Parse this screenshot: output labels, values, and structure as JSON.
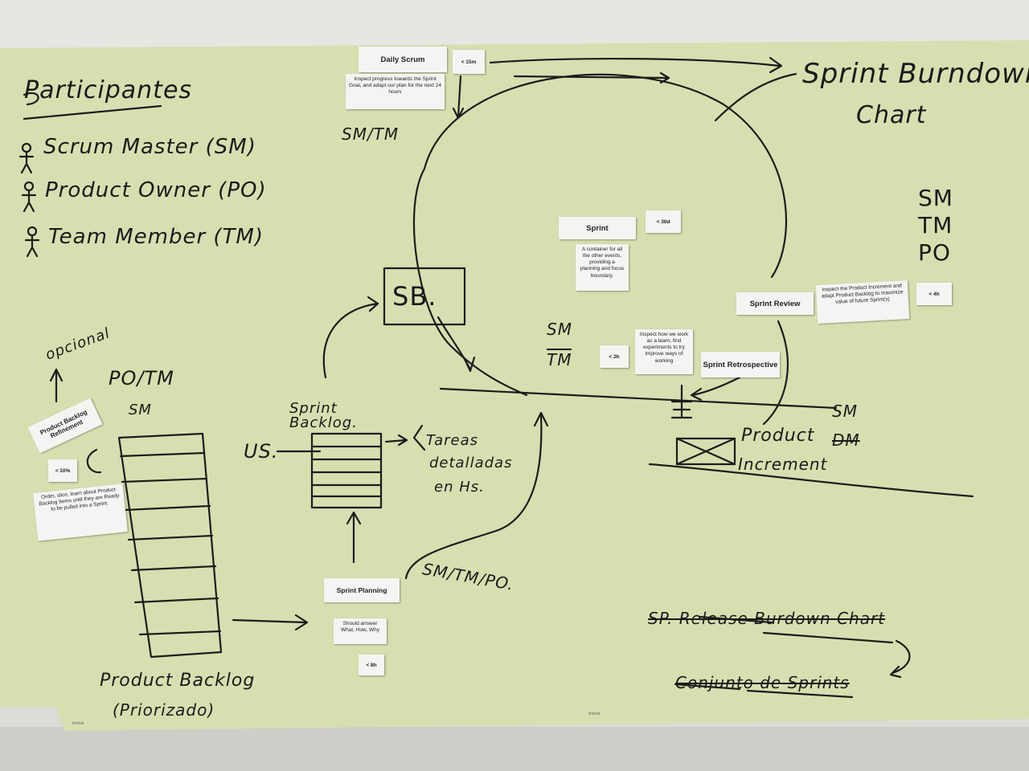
{
  "participants": {
    "title": "Participantes",
    "items": [
      "Scrum Master (SM)",
      "Product Owner (PO)",
      "Team Member (TM)"
    ]
  },
  "handwriting": {
    "optional": "opcional",
    "po_tm": "PO/TM",
    "sm": "SM",
    "us": "US.",
    "sprint_backlog": "Sprint Backlog.",
    "tareas": [
      "Tareas",
      "detalladas",
      "en Hs."
    ],
    "sb": "SB.",
    "sm_tm_top": "SM/TM",
    "sm_tm_po": "SM/TM/PO.",
    "sm_tm_mid": [
      "SM",
      "TM"
    ],
    "burndown": [
      "Sprint Burndown",
      "Chart"
    ],
    "roles_right": [
      "SM",
      "TM",
      "PO"
    ],
    "sm_dm": [
      "SM",
      "DM"
    ],
    "product_increment": [
      "Product",
      "Increment"
    ],
    "product_backlog": [
      "Product Backlog",
      "(Priorizado)"
    ],
    "release_burndown": "SP. Release Burdown Chart",
    "conjunto_sprints": "Conjunto de Sprints"
  },
  "cards": {
    "daily_scrum": {
      "title": "Daily Scrum",
      "time": "< 15m",
      "desc": "Inspect progress towards the Sprint Goal, and adapt our plan for the next 24 hours"
    },
    "sprint": {
      "title": "Sprint",
      "time": "< 30d",
      "desc": "A container for all the other events, providing a planning and focus boundary."
    },
    "sprint_review": {
      "title": "Sprint Review",
      "time": "< 4h",
      "desc": "Inspect the Product Increment and adapt Product Backlog to maximize value of future Sprint(s)"
    },
    "retrospective": {
      "title": "Sprint Retrospective",
      "time": "< 3h",
      "desc": "Inspect how we work as a team, find experiments to try improve ways of working"
    },
    "refinement": {
      "title": "Product Backlog Refinement",
      "time": "< 10%",
      "desc": "Order, slice, learn about Product Backlog Items until they are Ready to be pulled into a Sprint."
    },
    "planning": {
      "title": "Sprint Planning",
      "time": "< 8h",
      "desc": "Should answer What, How, Why"
    }
  },
  "logo_text": "liminal"
}
